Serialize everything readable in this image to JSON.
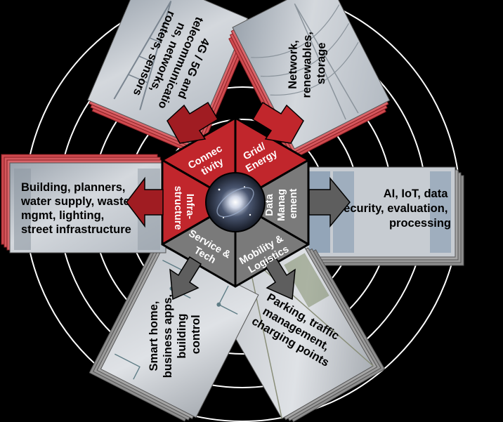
{
  "colors": {
    "background": "#000000",
    "ring": "#ffffff",
    "red_segment": "#c1262c",
    "dark_red_arrow": "#a01c22",
    "gray_segment": "#7a7a7a",
    "dark_gray_arrow": "#5e5e5e",
    "card_red_stack": "#cf4a4f",
    "card_gray_stack": "#8e8e8e",
    "card_face": "#c9ccd1",
    "label_text": "#ffffff",
    "card_text": "#000000"
  },
  "center": {
    "icon": "galaxy-image"
  },
  "segments": [
    {
      "id": "connectivity",
      "lines": [
        "Connec",
        "tivity"
      ],
      "theme": "red",
      "card": {
        "lines": [
          "4G / 5G and",
          "telecommunicatio",
          "ns, networks,",
          "routers, sensors"
        ],
        "image": "cell-tower-image"
      }
    },
    {
      "id": "grid-energy",
      "lines": [
        "Grid/",
        "Energy"
      ],
      "theme": "red",
      "card": {
        "lines": [
          "Network,",
          "renewables,",
          "storage"
        ],
        "image": "power-lines-image"
      }
    },
    {
      "id": "data-management",
      "lines": [
        "Data",
        "Manag",
        "ement"
      ],
      "theme": "gray",
      "card": {
        "lines": [
          "AI, IoT, data",
          "security, evaluation,",
          "processing"
        ],
        "image": "server-room-image"
      }
    },
    {
      "id": "mobility-logistics",
      "lines": [
        "Mobility &",
        "Logistics"
      ],
      "theme": "gray",
      "card": {
        "lines": [
          "Parking, traffic",
          "management,",
          "charging points"
        ],
        "image": "street-image"
      }
    },
    {
      "id": "service-tech",
      "lines": [
        "Service &",
        "Tech"
      ],
      "theme": "gray",
      "card": {
        "lines": [
          "Smart home,",
          "business apps,",
          "building",
          "control"
        ],
        "image": "circuit-image"
      }
    },
    {
      "id": "infrastructure",
      "lines": [
        "Infra-",
        "structure"
      ],
      "theme": "red",
      "card": {
        "lines": [
          "Building, planners,",
          "water supply, waste",
          "mgmt, lighting,",
          "street infrastructure"
        ],
        "image": "city-buildings-image"
      }
    }
  ]
}
